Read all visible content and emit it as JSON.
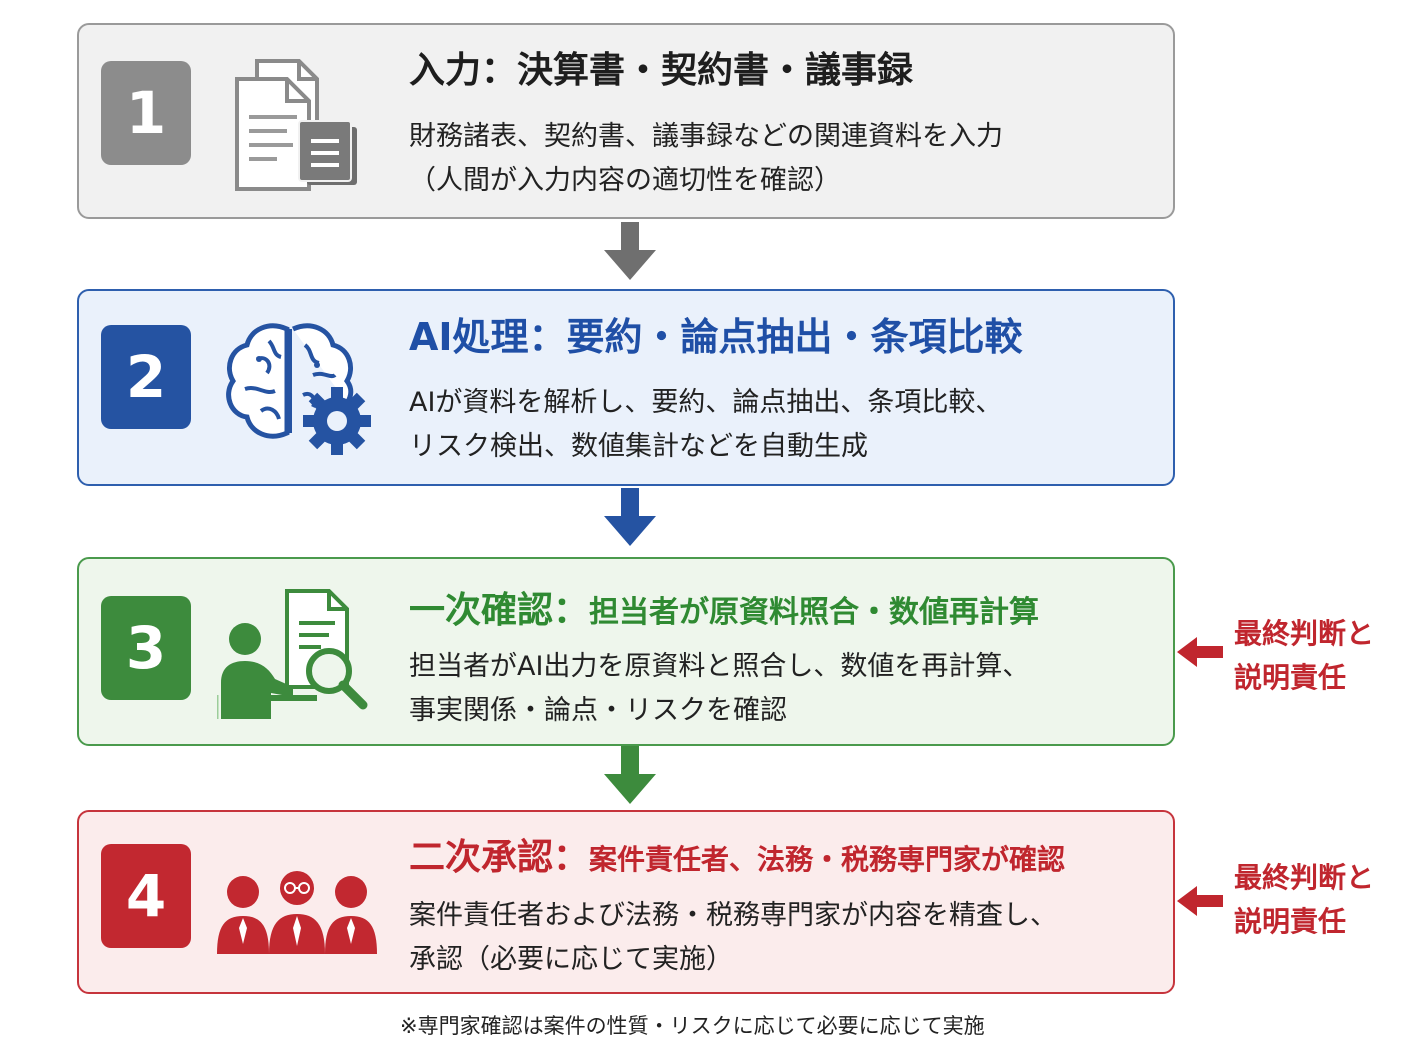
{
  "steps": [
    {
      "number": "1",
      "title": "入力：決算書・契約書・議事録",
      "body_line1": "財務諸表、契約書、議事録などの関連資料を入力",
      "body_line2": "（人間が入力内容の適切性を確認）",
      "color": "#8c8c8c",
      "icon": "documents-icon"
    },
    {
      "number": "2",
      "title": "AI処理：要約・論点抽出・条項比較",
      "body_line1": "AIが資料を解析し、要約、論点抽出、条項比較、",
      "body_line2": "リスク検出、数値集計などを自動生成",
      "color": "#2553a2",
      "icon": "brain-gear-icon"
    },
    {
      "number": "3",
      "title_main": "一次確認：",
      "title_sub": "担当者が原資料照合・数値再計算",
      "body_line1": "担当者がAI出力を原資料と照合し、数値を再計算、",
      "body_line2": "事実関係・論点・リスクを確認",
      "color": "#3d8b3d",
      "icon": "person-review-icon"
    },
    {
      "number": "4",
      "title_main": "二次承認：",
      "title_sub": "案件責任者、法務・税務専門家が確認",
      "body_line1": "案件責任者および法務・税務専門家が内容を精査し、",
      "body_line2": "承認（必要に応じて実施）",
      "color": "#c22830",
      "icon": "people-group-icon"
    }
  ],
  "side_notes": [
    {
      "line1": "最終判断と",
      "line2": "説明責任"
    },
    {
      "line1": "最終判断と",
      "line2": "説明責任"
    }
  ],
  "footnote": "※専門家確認は案件の性質・リスクに応じて必要に応じて実施"
}
